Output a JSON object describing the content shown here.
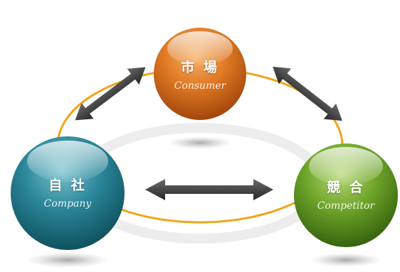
{
  "nodes": {
    "consumer": {
      "kanji": "市 場",
      "roman": "Consumer",
      "color": "#d4701c"
    },
    "company": {
      "kanji": "自 社",
      "roman": "Company",
      "color": "#1f7a8c"
    },
    "competitor": {
      "kanji": "競 合",
      "roman": "Competitor",
      "color": "#5f9a1e"
    }
  },
  "colors": {
    "ring": "#f2a516",
    "arrow": "#3a3a3a"
  }
}
